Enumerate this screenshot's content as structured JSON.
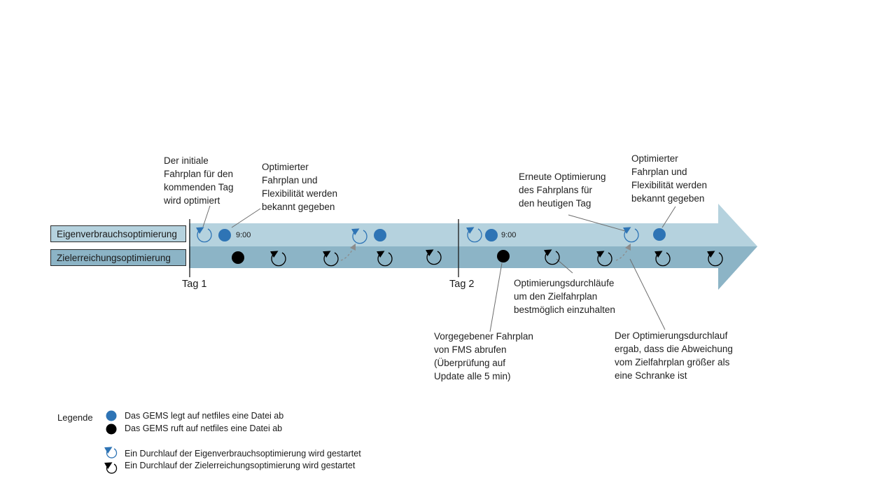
{
  "rows": {
    "eigen_label": "Eigenverbrauchsoptimierung",
    "ziel_label": "Zielerreichungsoptimierung"
  },
  "days": {
    "day1": "Tag 1",
    "day2": "Tag 2"
  },
  "times": {
    "t1": "9:00",
    "t2": "9:00"
  },
  "annotations": {
    "initial": "Der initiale\nFahrplan für den\nkommenden  Tag\nwird optimiert",
    "optimized1": "Optimierter\nFahrplan und\nFlexibilität werden\nbekannt gegeben",
    "reoptimize": "Erneute Optimierung\ndes Fahrplans für\nden heutigen Tag",
    "optimized2": "Optimierter\nFahrplan und\nFlexibilität werden\nbekannt gegeben",
    "runs": "Optimierungsdurchläufe\num den Zielfahrplan\nbestmöglich einzuhalten",
    "fetch": "Vorgegebener Fahrplan\nvon FMS abrufen\n(Überprüfung  auf\nUpdate alle 5 min)",
    "deviation": "Der Optimierungsdurchlauf\nergab, dass die Abweichung\nvom Zielfahrplan größer als\neine Schranke ist"
  },
  "legend": {
    "title": "Legende",
    "blue_dot": "Das GEMS legt auf netfiles eine Datei ab",
    "black_dot": "Das GEMS ruft auf netfiles eine Datei ab",
    "blue_cycle": "Ein Durchlauf der Eigenverbrauchsoptimierung wird gestartet",
    "black_cycle": "Ein Durchlauf der Zielerreichungsoptimierung wird gestartet"
  },
  "colors": {
    "arrow_top": "#b5d2de",
    "arrow_bottom": "#8cb4c6",
    "blue": "#2e74b5",
    "black": "#000000",
    "dashed": "#8c8c8c"
  }
}
